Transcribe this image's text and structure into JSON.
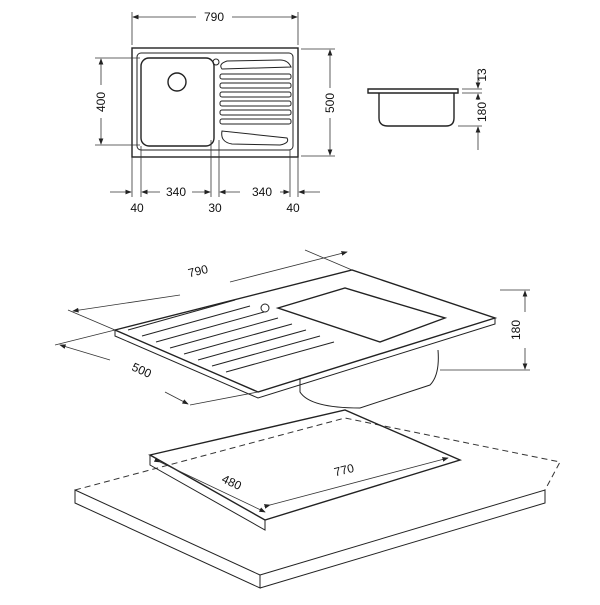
{
  "plan_view": {
    "overall_width": "790",
    "bowl_height": "400",
    "overall_depth": "500",
    "bowl_width": "340",
    "drainer_width": "340",
    "left_margin": "40",
    "middle_gap": "30",
    "right_margin": "40"
  },
  "side_view": {
    "rim_thickness": "13",
    "bowl_depth": "180"
  },
  "iso_view": {
    "width": "790",
    "depth": "500",
    "height": "180"
  },
  "cutout": {
    "depth": "480",
    "width": "770"
  }
}
